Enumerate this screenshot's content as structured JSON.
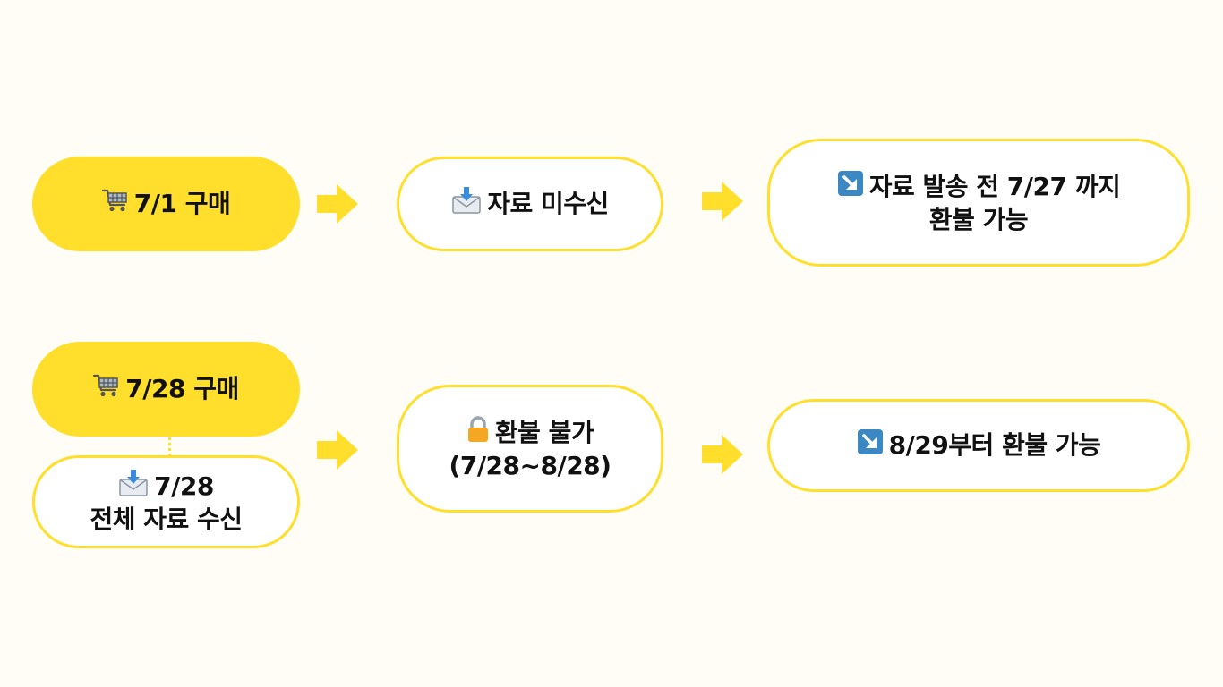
{
  "colors": {
    "background": "#fffdf6",
    "accent": "#ffdf2b",
    "text": "#111111"
  },
  "row1": {
    "purchase": {
      "icon": "shopping-cart-icon",
      "text": "7/1 구매"
    },
    "status": {
      "icon": "incoming-envelope-icon",
      "text": "자료 미수신"
    },
    "result": {
      "icon": "down-right-arrow-icon",
      "line1": "자료 발송 전 7/27 까지",
      "line2": "환불 가능"
    }
  },
  "row2": {
    "purchase": {
      "icon": "shopping-cart-icon",
      "text": "7/28 구매"
    },
    "received": {
      "icon": "incoming-envelope-icon",
      "line1": "7/28",
      "line2": "전체 자료 수신"
    },
    "status": {
      "icon": "lock-icon",
      "line1": "환불 불가",
      "line2": "(7/28~8/28)"
    },
    "result": {
      "icon": "down-right-arrow-icon",
      "text": "8/29부터 환불 가능"
    }
  }
}
